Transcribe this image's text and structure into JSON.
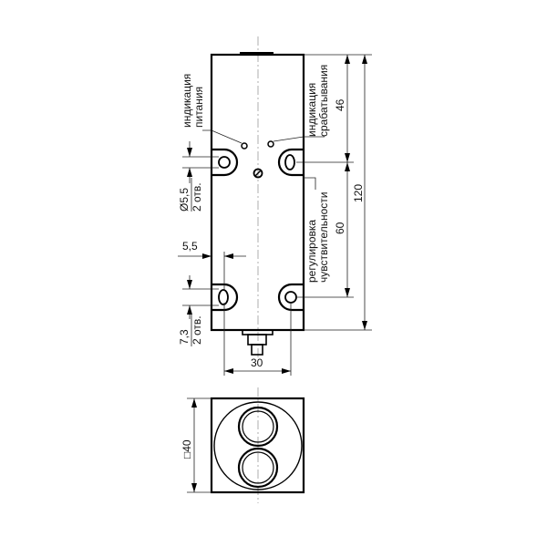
{
  "drawing": {
    "labels": {
      "power_indication_line1": "индикация",
      "power_indication_line2": "питания",
      "trigger_indication_line1": "индикация",
      "trigger_indication_line2": "срабатывания",
      "sensitivity_line1": "регулировка",
      "sensitivity_line2": "чувствительности",
      "hole_diameter": "Ø5,5",
      "hole_count_top": "2 отв.",
      "hole_slot": "7,3",
      "hole_count_bottom": "2 отв."
    },
    "dimensions": {
      "indication_height": "46",
      "hole_spacing": "60",
      "total_length": "120",
      "hole_offset": "5,5",
      "width": "30",
      "square_size": "□40"
    }
  }
}
